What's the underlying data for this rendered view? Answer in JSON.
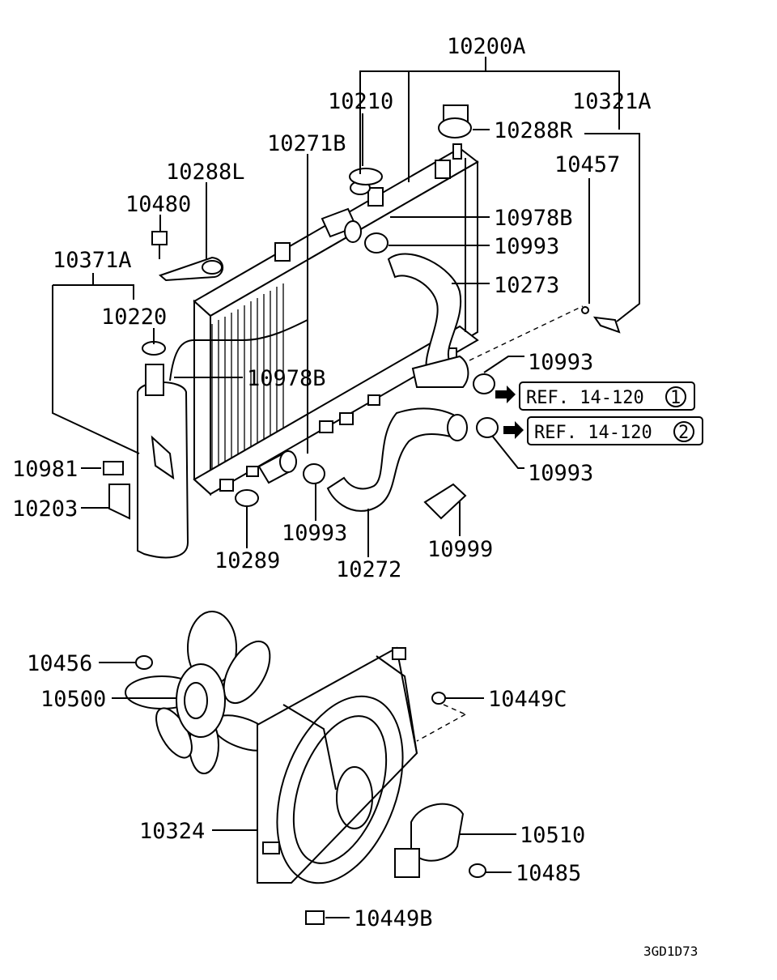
{
  "labels": {
    "p10200A": "10200A",
    "p10210": "10210",
    "p10321A": "10321A",
    "p10288R": "10288R",
    "p10271B": "10271B",
    "p10457": "10457",
    "p10288L": "10288L",
    "p10480": "10480",
    "p10978B_top": "10978B",
    "p10993_top": "10993",
    "p10371A": "10371A",
    "p10273": "10273",
    "p10220": "10220",
    "p10993_mid": "10993",
    "p10978B_mid": "10978B",
    "p10981": "10981",
    "p10993_right": "10993",
    "p10203": "10203",
    "p10999": "10999",
    "p10993_low": "10993",
    "p10289": "10289",
    "p10272": "10272",
    "p10456": "10456",
    "p10500": "10500",
    "p10449C": "10449C",
    "p10324": "10324",
    "p10510": "10510",
    "p10485": "10485",
    "p10449B": "10449B"
  },
  "references": {
    "ref1_text": "REF. 14-120",
    "ref1_num": "1",
    "ref2_text": "REF. 14-120",
    "ref2_num": "2"
  },
  "diagram_code": "3GD1D73"
}
